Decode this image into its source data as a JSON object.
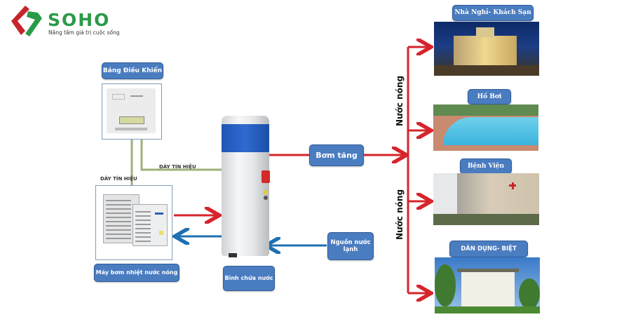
{
  "brand": {
    "name": "SOHO",
    "tagline": "Nâng tầm giá trị cuộc sống",
    "colors": {
      "red": "#c8242b",
      "green": "#2b9a48"
    }
  },
  "labels": {
    "control_panel": "Bảng Điều Khiển",
    "signal_wire_top": "DÂY TÍN HIỆU",
    "signal_wire_left": "DÂY TÍN HIỆU",
    "heat_pump": "Máy bơm nhiệt nước nóng",
    "tank": "Bình chứa nước",
    "booster_pump": "Bơm tăng",
    "cold_source": "Nguồn nước lạnh",
    "hot_water_top": "Nước nóng",
    "hot_water_bottom": "Nước nóng"
  },
  "destinations": [
    {
      "label": "Nhà Nghỉ- Khách Sạn",
      "image": "hotel"
    },
    {
      "label": "Hồ Bơi",
      "image": "swimming-pool"
    },
    {
      "label": "Bệnh Viện",
      "image": "hospital"
    },
    {
      "label": "DÂN DỤNG- BIỆT",
      "image": "villa"
    }
  ],
  "colors": {
    "hot_pipe": "#d7232b",
    "cold_pipe": "#1f6fb3",
    "signal_wire": "#9bb27a",
    "label_box": "#4a7cc0"
  }
}
